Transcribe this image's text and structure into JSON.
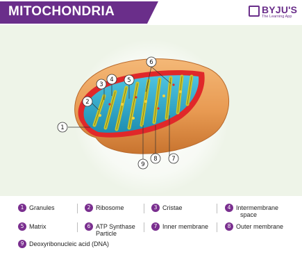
{
  "header": {
    "title": "MITOCHONDRIA"
  },
  "brand": {
    "name": "BYJU'S",
    "tagline": "The Learning App"
  },
  "colors": {
    "banner": "#6a2e8a",
    "badge": "#7a2f8f",
    "diagram_bg": "#eef4e8",
    "outer_membrane": "#e89a52",
    "inner_membrane": "#e0282a",
    "matrix": "#2aa6c8",
    "cristae": "#c9c530"
  },
  "diagram": {
    "callouts": [
      "1",
      "2",
      "3",
      "4",
      "5",
      "6",
      "7",
      "8",
      "9"
    ]
  },
  "legend": {
    "items": [
      {
        "num": "1",
        "label": "Granules"
      },
      {
        "num": "2",
        "label": "Ribosome"
      },
      {
        "num": "3",
        "label": "Cristae"
      },
      {
        "num": "4",
        "label": "Intermembrane",
        "label2": "space"
      },
      {
        "num": "5",
        "label": "Matrix"
      },
      {
        "num": "6",
        "label": "ATP Synthase",
        "label2": "Particle"
      },
      {
        "num": "7",
        "label": "Inner membrane"
      },
      {
        "num": "8",
        "label": "Outer membrane"
      },
      {
        "num": "9",
        "label": "Deoxyribonucleic acid (DNA)"
      }
    ]
  }
}
